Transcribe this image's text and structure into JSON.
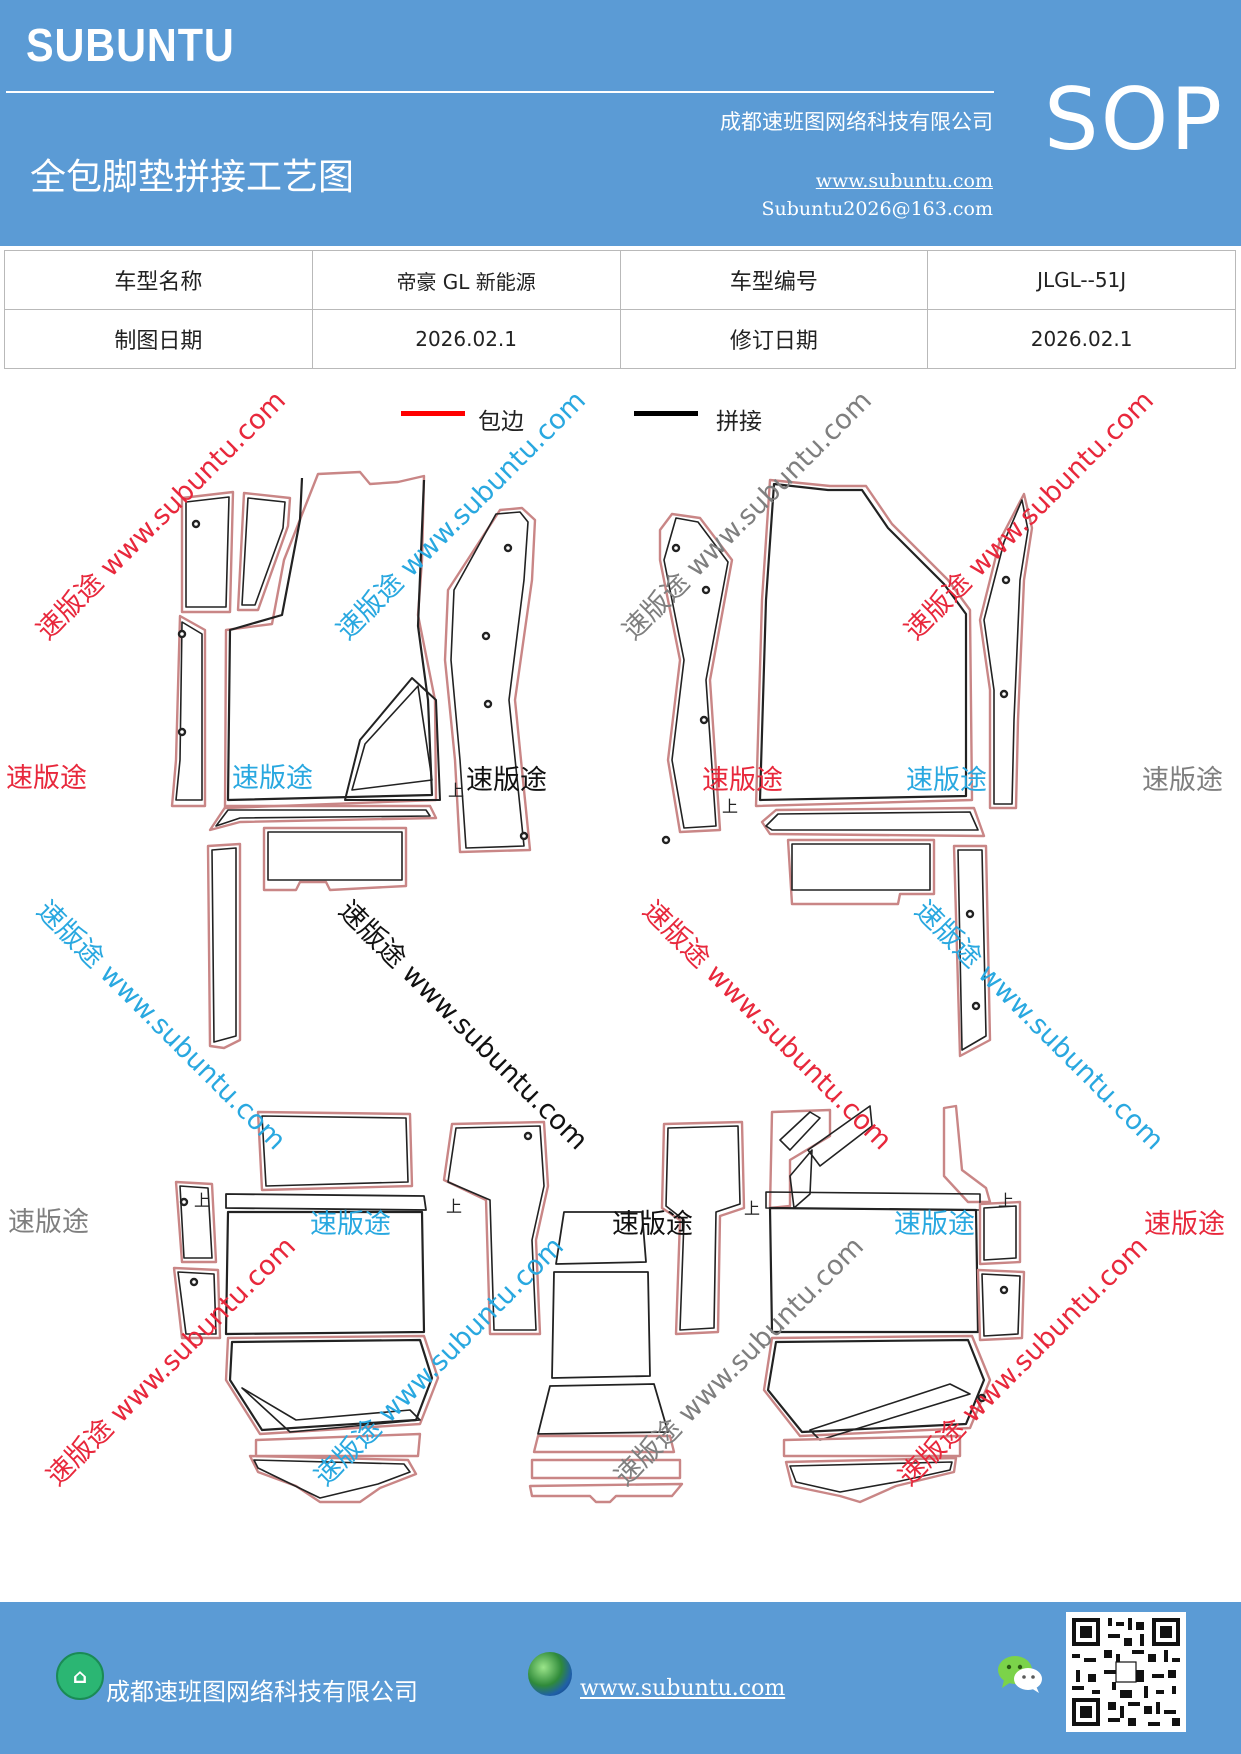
{
  "header": {
    "brand": "SUBUNTU",
    "company": "成都速班图网络科技有限公司",
    "title": "全包脚垫拼接工艺图",
    "website": "www.subuntu.com",
    "email": "Subuntu2026@163.com",
    "badge": "SOP"
  },
  "info_table": {
    "label_model_name": "车型名称",
    "value_model_name": "帝豪 GL 新能源",
    "label_model_code": "车型编号",
    "value_model_code": "JLGL--51J",
    "label_draw_date": "制图日期",
    "value_draw_date": "2026.02.1",
    "label_revise_date": "修订日期",
    "value_revise_date": "2026.02.1"
  },
  "legend": {
    "edge_label": "包边",
    "edge_color": "#ff0000",
    "join_label": "拼接",
    "join_color": "#000000"
  },
  "drawing": {
    "up_mark": "上",
    "outline_color": "#222222",
    "edge_outline_color": "#c98686"
  },
  "watermarks": {
    "brand_text": "速版途",
    "diagonal_text": "速版途 www.subuntu.com",
    "colors": {
      "red": "#e8283c",
      "blue": "#29a8e0",
      "gray": "#7f7f7f",
      "black": "#111111"
    }
  },
  "footer": {
    "company": "成都速班图网络科技有限公司",
    "website": "www.subuntu.com",
    "icon_company": "home-badge-icon",
    "icon_web": "globe-icon",
    "icon_wechat": "wechat-icon",
    "icon_qr": "qr-code-icon"
  }
}
